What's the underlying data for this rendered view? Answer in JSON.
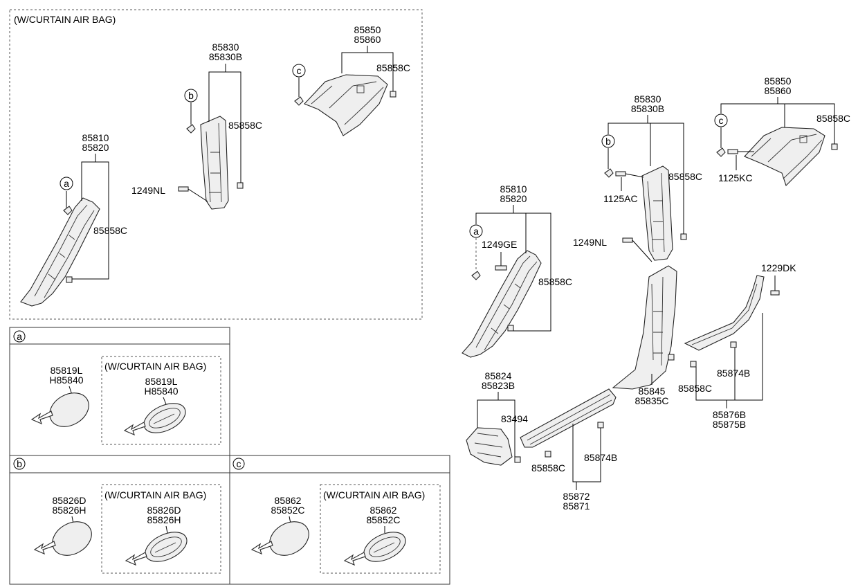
{
  "top_group": {
    "title": "(W/CURTAIN AIR BAG)"
  },
  "top_labels": {
    "a_num1": "85810",
    "a_num2": "85820",
    "a_clip": "85858C",
    "a_call": "a",
    "b_num1": "85830",
    "b_num2": "85830B",
    "b_clip": "85858C",
    "b_call": "b",
    "b_bolt": "1249NL",
    "c_num1": "85850",
    "c_num2": "85860",
    "c_clip": "85858C",
    "c_call": "c"
  },
  "detail_panels": {
    "a": {
      "callout": "a",
      "std_num1": "85819L",
      "std_num2": "H85840",
      "airbag_title": "(W/CURTAIN AIR BAG)",
      "airbag_num1": "85819L",
      "airbag_num2": "H85840"
    },
    "b": {
      "callout": "b",
      "std_num1": "85826D",
      "std_num2": "85826H",
      "airbag_title": "(W/CURTAIN AIR BAG)",
      "airbag_num1": "85826D",
      "airbag_num2": "85826H"
    },
    "c": {
      "callout": "c",
      "std_num1": "85862",
      "std_num2": "85852C",
      "airbag_title": "(W/CURTAIN AIR BAG)",
      "airbag_num1": "85862",
      "airbag_num2": "85852C"
    }
  },
  "main_labels": {
    "a_num1": "85810",
    "a_num2": "85820",
    "a_bolt": "1249GE",
    "a_clip": "85858C",
    "a_call": "a",
    "b_num1": "85830",
    "b_num2": "85830B",
    "b_bolt": "1125AC",
    "b_bolt2": "1249NL",
    "b_clip": "85858C",
    "b_call": "b",
    "c_num1": "85850",
    "c_num2": "85860",
    "c_bolt": "1125KC",
    "c_clip": "85858C",
    "c_call": "c",
    "bracket_num1": "85824",
    "bracket_num2": "85823B",
    "bracket_clip": "83494",
    "center_num1": "85845",
    "center_num2": "85835C",
    "sill_front_clip": "85858C",
    "sill_front_clip2": "85874B",
    "sill_front_num1": "85872",
    "sill_front_num2": "85871",
    "sill_rear_bolt": "1229DK",
    "sill_rear_clip": "85858C",
    "sill_rear_clip2": "85874B",
    "sill_rear_num1": "85876B",
    "sill_rear_num2": "85875B"
  },
  "icons": [
    "airbag-emblem-icon",
    "direction-arrow-icon",
    "callout-circle-icon",
    "clip-icon",
    "bolt-icon"
  ]
}
